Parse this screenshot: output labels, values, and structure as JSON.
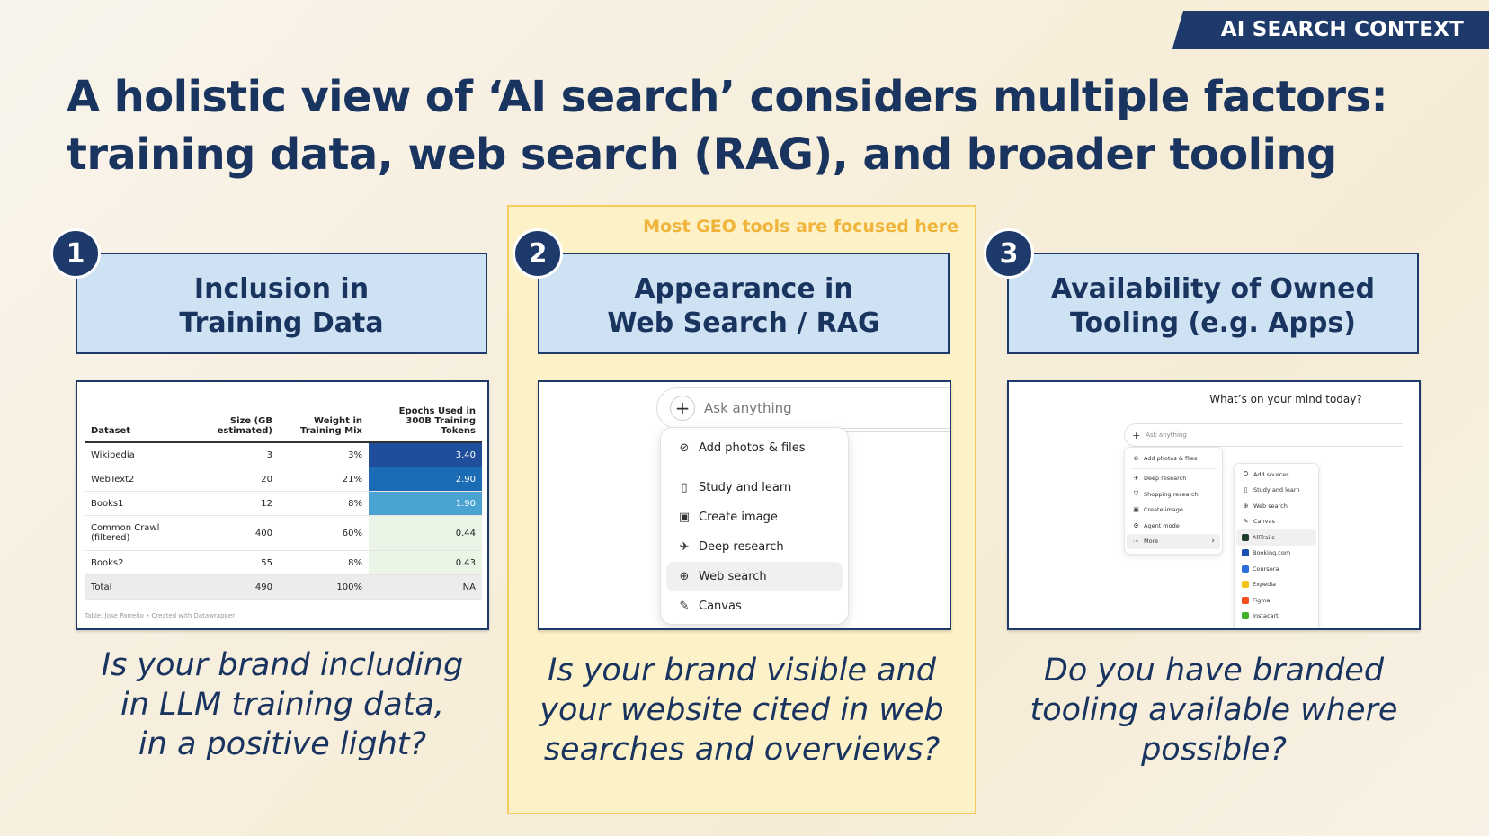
{
  "corner_tag": "AI SEARCH CONTEXT",
  "title": {
    "line1": "A holistic view of ‘AI search’ considers multiple factors:",
    "line2": "training data, web search (RAG), and broader tooling"
  },
  "highlight_note": "Most GEO tools are focused here",
  "columns": [
    {
      "number": "1",
      "header_line1": "Inclusion in",
      "header_line2": "Training Data",
      "question": [
        "Is your brand including",
        "in LLM training data,",
        "in a positive light?"
      ]
    },
    {
      "number": "2",
      "header_line1": "Appearance in",
      "header_line2": "Web Search / RAG",
      "question": [
        "Is your brand visible and",
        "your website cited in web",
        "searches and overviews?"
      ]
    },
    {
      "number": "3",
      "header_line1": "Availability of Owned",
      "header_line2": "Tooling (e.g. Apps)",
      "question": [
        "Do you have branded",
        "tooling available where",
        "possible?"
      ]
    }
  ],
  "training_table": {
    "headers": [
      "Dataset",
      "Size (GB estimated)",
      "Weight in Training Mix",
      "Epochs Used in 300B Training Tokens"
    ],
    "rows": [
      {
        "dataset": "Wikipedia",
        "size": "3",
        "weight": "3%",
        "epochs": "3.40",
        "color": "#1f4e9c",
        "text_color": "#ffffff"
      },
      {
        "dataset": "WebText2",
        "size": "20",
        "weight": "21%",
        "epochs": "2.90",
        "color": "#1b6bb5",
        "text_color": "#ffffff"
      },
      {
        "dataset": "Books1",
        "size": "12",
        "weight": "8%",
        "epochs": "1.90",
        "color": "#4aa3d0",
        "text_color": "#ffffff"
      },
      {
        "dataset": "Common Crawl (filtered)",
        "size": "400",
        "weight": "60%",
        "epochs": "0.44",
        "color": "#eaf5e6",
        "text_color": "#222222"
      },
      {
        "dataset": "Books2",
        "size": "55",
        "weight": "8%",
        "epochs": "0.43",
        "color": "#eaf5e6",
        "text_color": "#222222"
      }
    ],
    "total": {
      "dataset": "Total",
      "size": "490",
      "weight": "100%",
      "epochs": "NA"
    },
    "footnote": "Table: Jose Parreño • Created with Datawrapper"
  },
  "web_menu": {
    "placeholder": "Ask anything",
    "items": [
      {
        "label": "Add photos & files",
        "icon": "paperclip-icon",
        "glyph": "⊘"
      },
      {
        "label": "Study and learn",
        "icon": "book-icon",
        "glyph": "▯"
      },
      {
        "label": "Create image",
        "icon": "image-icon",
        "glyph": "▣"
      },
      {
        "label": "Deep research",
        "icon": "telescope-icon",
        "glyph": "✈"
      },
      {
        "label": "Web search",
        "icon": "globe-icon",
        "glyph": "⊕"
      },
      {
        "label": "Canvas",
        "icon": "pen-icon",
        "glyph": "✎"
      }
    ]
  },
  "apps_screen": {
    "heading": "What’s on your mind today?",
    "placeholder": "Ask anything",
    "menu_left": [
      "Add photos & files",
      "Deep research",
      "Shopping research",
      "Create image",
      "Agent mode",
      "More"
    ],
    "menu_right": [
      {
        "label": "Add sources",
        "color": ""
      },
      {
        "label": "Study and learn",
        "color": ""
      },
      {
        "label": "Web search",
        "color": ""
      },
      {
        "label": "Canvas",
        "color": ""
      },
      {
        "label": "AllTrails",
        "color": "#1f3d2b"
      },
      {
        "label": "Booking.com",
        "color": "#1a4fb4"
      },
      {
        "label": "Coursera",
        "color": "#2a6fdc"
      },
      {
        "label": "Expedia",
        "color": "#f2c218"
      },
      {
        "label": "Figma",
        "color": "#f24e1e"
      },
      {
        "label": "Instacart",
        "color": "#43b02a"
      }
    ]
  }
}
